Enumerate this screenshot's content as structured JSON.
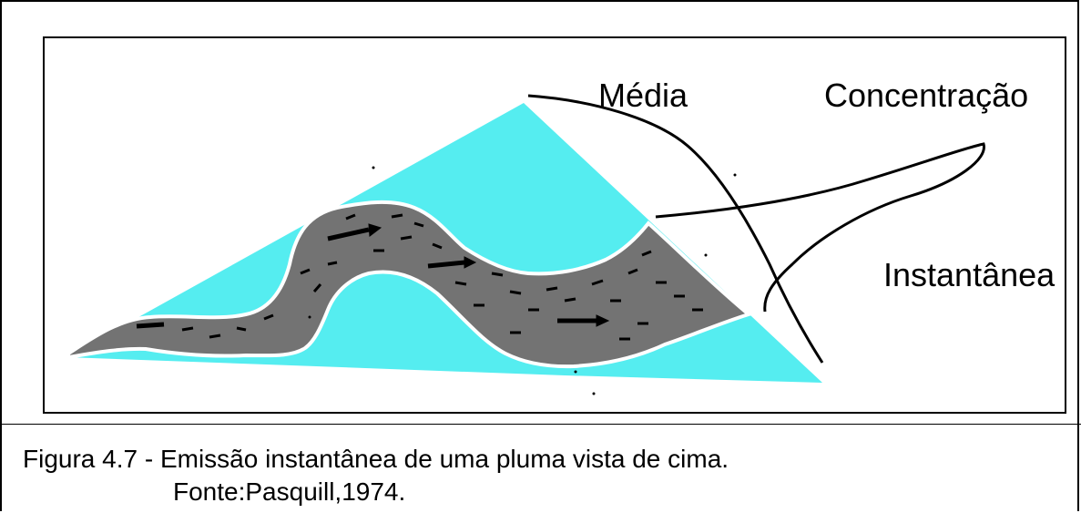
{
  "diagram": {
    "labels": {
      "media": "Média",
      "concentracao": "Concentração",
      "instantanea": "Instantânea"
    },
    "colors": {
      "envelope": "#55EDF0",
      "plume": "#737373",
      "plume_edge": "#ffffff",
      "ink": "#000000"
    }
  },
  "caption": {
    "figure": "Figura 4.7 - Emissão instantânea de uma pluma vista de cima.",
    "source": "Fonte:Pasquill,1974."
  }
}
